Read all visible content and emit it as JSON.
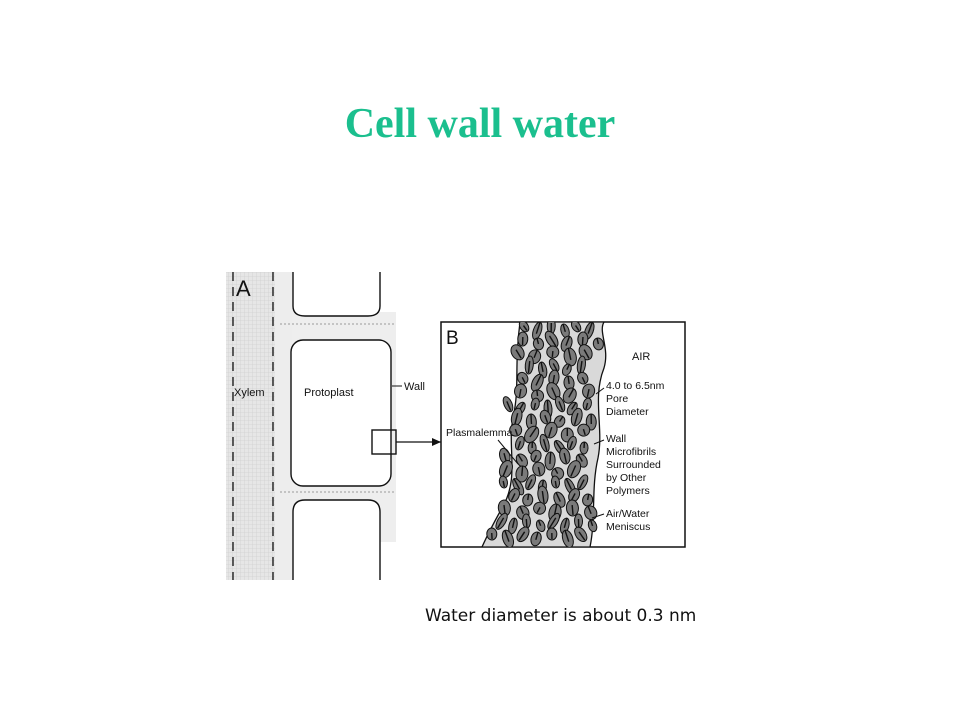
{
  "slide": {
    "title": "Cell wall water",
    "title_color": "#1bbf8e",
    "caption": "Water diameter is about 0.3 nm"
  },
  "figure": {
    "panel_a": {
      "letter": "A",
      "labels": {
        "xylem": "Xylem",
        "protoplast": "Protoplast",
        "wall": "Wall"
      }
    },
    "panel_b": {
      "letter": "B",
      "labels": {
        "air": "AIR",
        "plasmalemma": "Plasmalemma",
        "pore_line1": "4.0 to 6.5nm",
        "pore_line2": "Pore",
        "pore_line3": "Diameter",
        "wall_line1": "Wall",
        "wall_line2": "Microfibrils",
        "wall_line3": "Surrounded",
        "wall_line4": "by Other",
        "wall_line5": "Polymers",
        "meniscus_line1": "Air/Water",
        "meniscus_line2": "Meniscus"
      }
    },
    "colors": {
      "xylem_fill": "#e2e2e2",
      "fibril_fill": "#7a7a7a",
      "line": "#222222"
    }
  }
}
